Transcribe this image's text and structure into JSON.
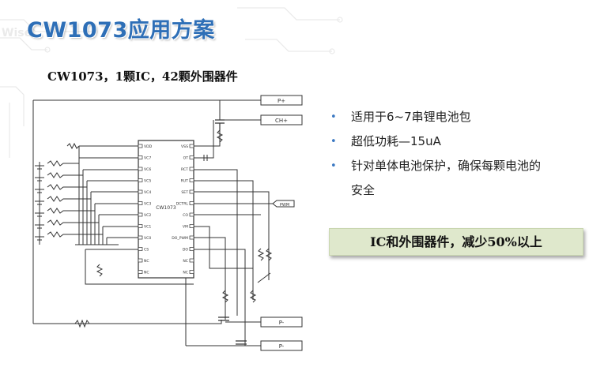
{
  "page": {
    "title": "CW1073应用方案",
    "subtitle": "CW1073，1颗IC，42颗外围器件",
    "bullets": [
      {
        "lines": [
          "适用于6~7串锂电池包"
        ]
      },
      {
        "lines": [
          "超低功耗—15uA"
        ]
      },
      {
        "lines": [
          "针对单体电池保护，确保每颗电池的",
          "安全"
        ]
      }
    ],
    "callout": "IC和外围器件，减少50%以上",
    "colors": {
      "title": "#2e6fb7",
      "bullet_dot": "#3a78c2",
      "callout_bg": "#dfe8cc"
    }
  },
  "schematic": {
    "chip_name": "CW1073",
    "left_pins": [
      "VDD",
      "VC7",
      "VC6",
      "VC5",
      "VC4",
      "VC3",
      "VC2",
      "VC1",
      "VC0",
      "CS",
      "NC",
      "NC"
    ],
    "right_pins": [
      "VSS",
      "OT",
      "RCT",
      "RUT",
      "SET",
      "DCTRL",
      "CO",
      "VM",
      "DO_PWM",
      "DO",
      "NC",
      "NC"
    ],
    "terminals": [
      "P+",
      "CH+",
      "P-",
      "P-"
    ],
    "pwm_label": "PWM"
  }
}
